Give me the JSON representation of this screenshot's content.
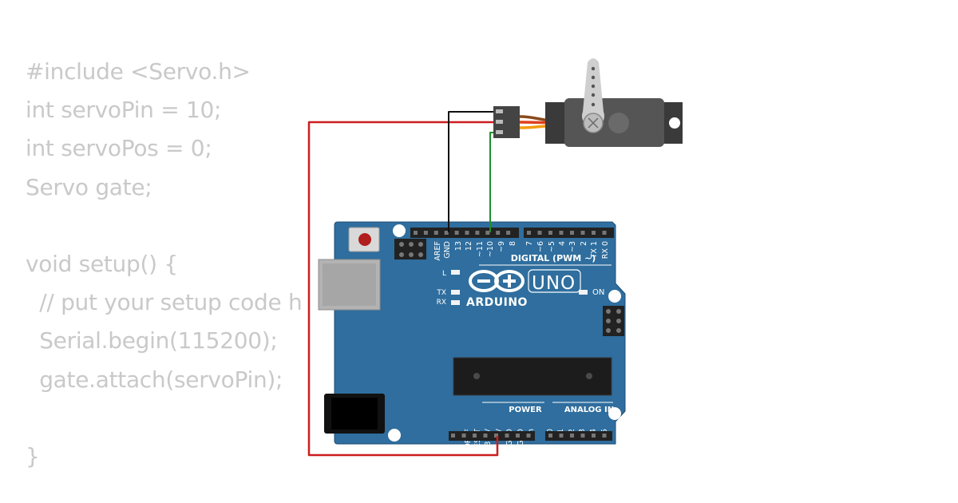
{
  "code": {
    "lines": [
      "#include <Servo.h>",
      "int servoPin = 10;",
      "int servoPos = 0;",
      "Servo gate;",
      "",
      "void setup() {",
      "  // put your setup code h",
      "  Serial.begin(115200);",
      "  gate.attach(servoPin);",
      "",
      "}"
    ]
  },
  "board": {
    "brand": "ARDUINO",
    "model": "UNO",
    "digital_label": "DIGITAL (PWM ~)",
    "power_label": "POWER",
    "analog_label": "ANALOG IN",
    "on_label": "ON",
    "l_label": "L",
    "tx_label": "TX",
    "rx_label": "RX",
    "digital_pins": [
      "AREF",
      "GND",
      "13",
      "12",
      "~11",
      "~10",
      "~9",
      "8",
      "7",
      "~6",
      "~5",
      "4",
      "~3",
      "2",
      "TX 1",
      "RX 0"
    ],
    "power_pins": [
      "IOREF",
      "RESET",
      "3.3V",
      "5V",
      "GND",
      "GND",
      "Vin"
    ],
    "analog_pins": [
      "A0",
      "A1",
      "A2",
      "A3",
      "A4",
      "A5"
    ]
  },
  "colors": {
    "board": "#2f6e9e",
    "wire_power": "#cc1e1e",
    "wire_ground": "#111111",
    "wire_signal": "#1f8f2a",
    "servo_body": "#555555",
    "servo_cable_brown": "#8a4a1c",
    "servo_cable_red": "#e0401c",
    "servo_cable_orange": "#f39c12"
  },
  "icons": {
    "arduino_logo": "infinity-plus-minus-logo"
  }
}
